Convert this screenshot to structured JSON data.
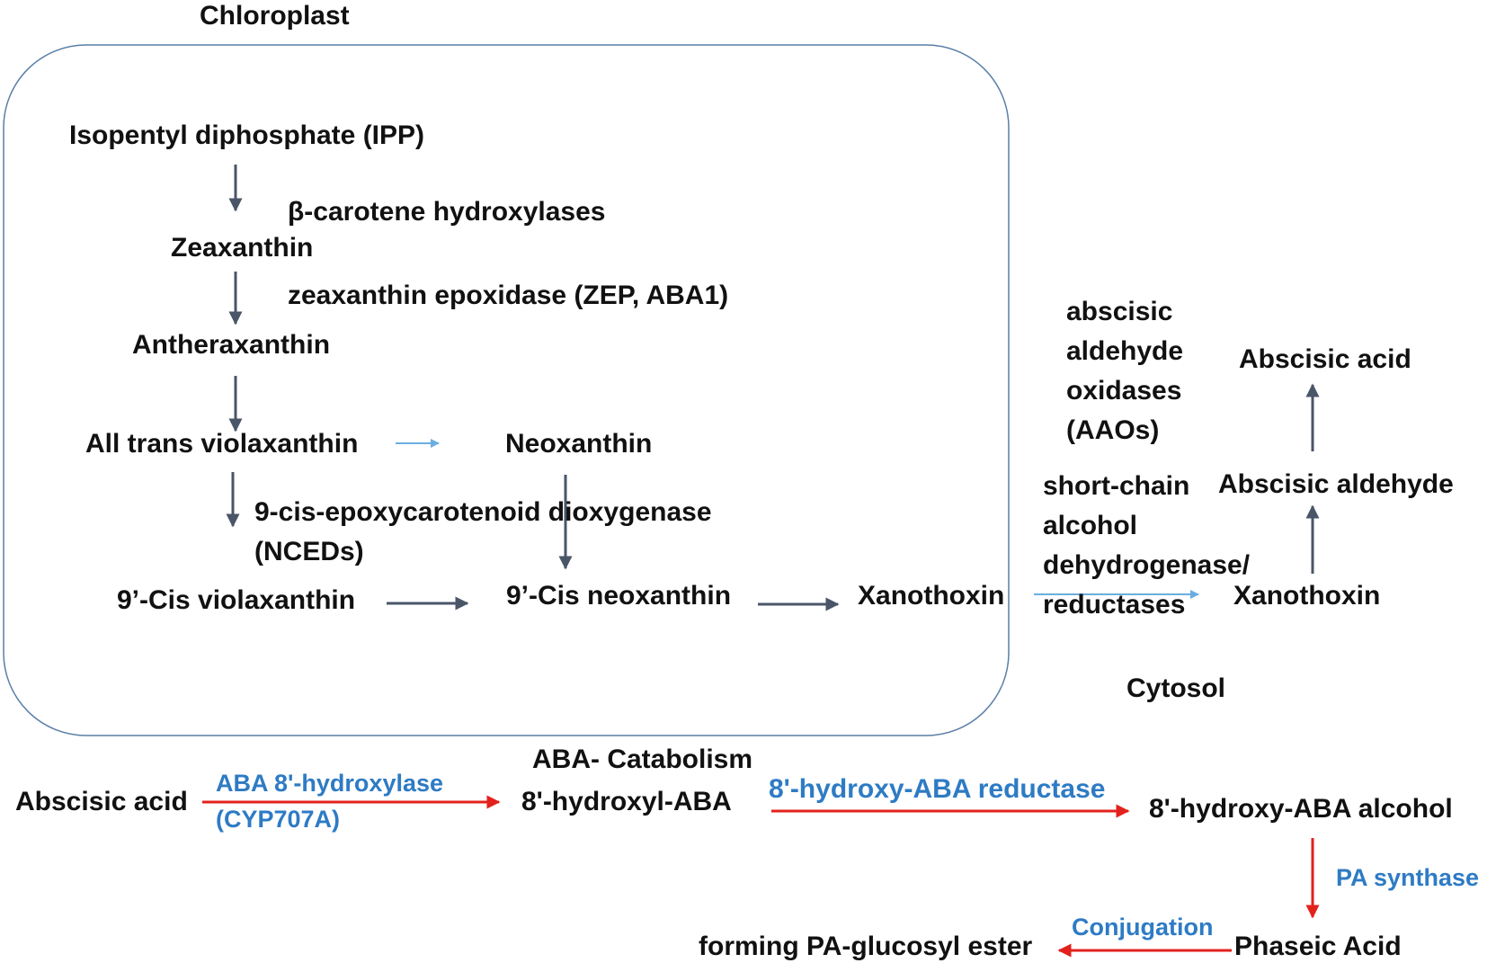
{
  "compartments": {
    "chloroplast": "Chloroplast",
    "cytosol": "Cytosol",
    "catabolism": "ABA- Catabolism"
  },
  "metabolites": {
    "ipp": "Isopentyl diphosphate (IPP)",
    "zeaxanthin": "Zeaxanthin",
    "antheraxanthin": "Antheraxanthin",
    "all_trans_violaxanthin": "All trans violaxanthin",
    "neoxanthin": "Neoxanthin",
    "cis_violaxanthin": "9’-Cis violaxanthin",
    "cis_neoxanthin": "9’-Cis neoxanthin",
    "xanothoxin_chloroplast": "Xanothoxin",
    "xanothoxin_cytosol": "Xanothoxin",
    "abscisic_aldehyde": "Abscisic aldehyde",
    "abscisic_acid_cytosol": "Abscisic acid",
    "abscisic_acid": "Abscisic acid",
    "hydroxyl_aba": "8'-hydroxyl-ABA",
    "hydroxy_aba_alcohol": "8'-hydroxy-ABA alcohol",
    "phaseic_acid": "Phaseic Acid",
    "pa_glucosyl_ester": "forming PA-glucosyl ester"
  },
  "enzymes": {
    "beta_carotene_hydroxylases": "β-carotene hydroxylases",
    "zep": "zeaxanthin epoxidase (ZEP, ABA1)",
    "nced": "9-cis-epoxycarotenoid dioxygenase\n(NCEDs)",
    "aao": "abscisic\naldehyde\noxidases\n(AAOs)",
    "sdr": "short-chain\nalcohol\ndehydrogenase/\nreductases",
    "aba_8_hydroxylase": "ABA 8'-hydroxylase",
    "cyp707a": "(CYP707A)",
    "hydroxy_aba_reductase": "8'-hydroxy-ABA reductase",
    "pa_synthase": "PA synthase",
    "conjugation": "Conjugation"
  },
  "colors": {
    "text": "#111111",
    "enzyme_blue": "#2e7bc4",
    "arrow_dark": "#4a5568",
    "arrow_light_blue": "#6aaee0",
    "arrow_red": "#e3211c",
    "box_border": "#5a7fa8"
  }
}
